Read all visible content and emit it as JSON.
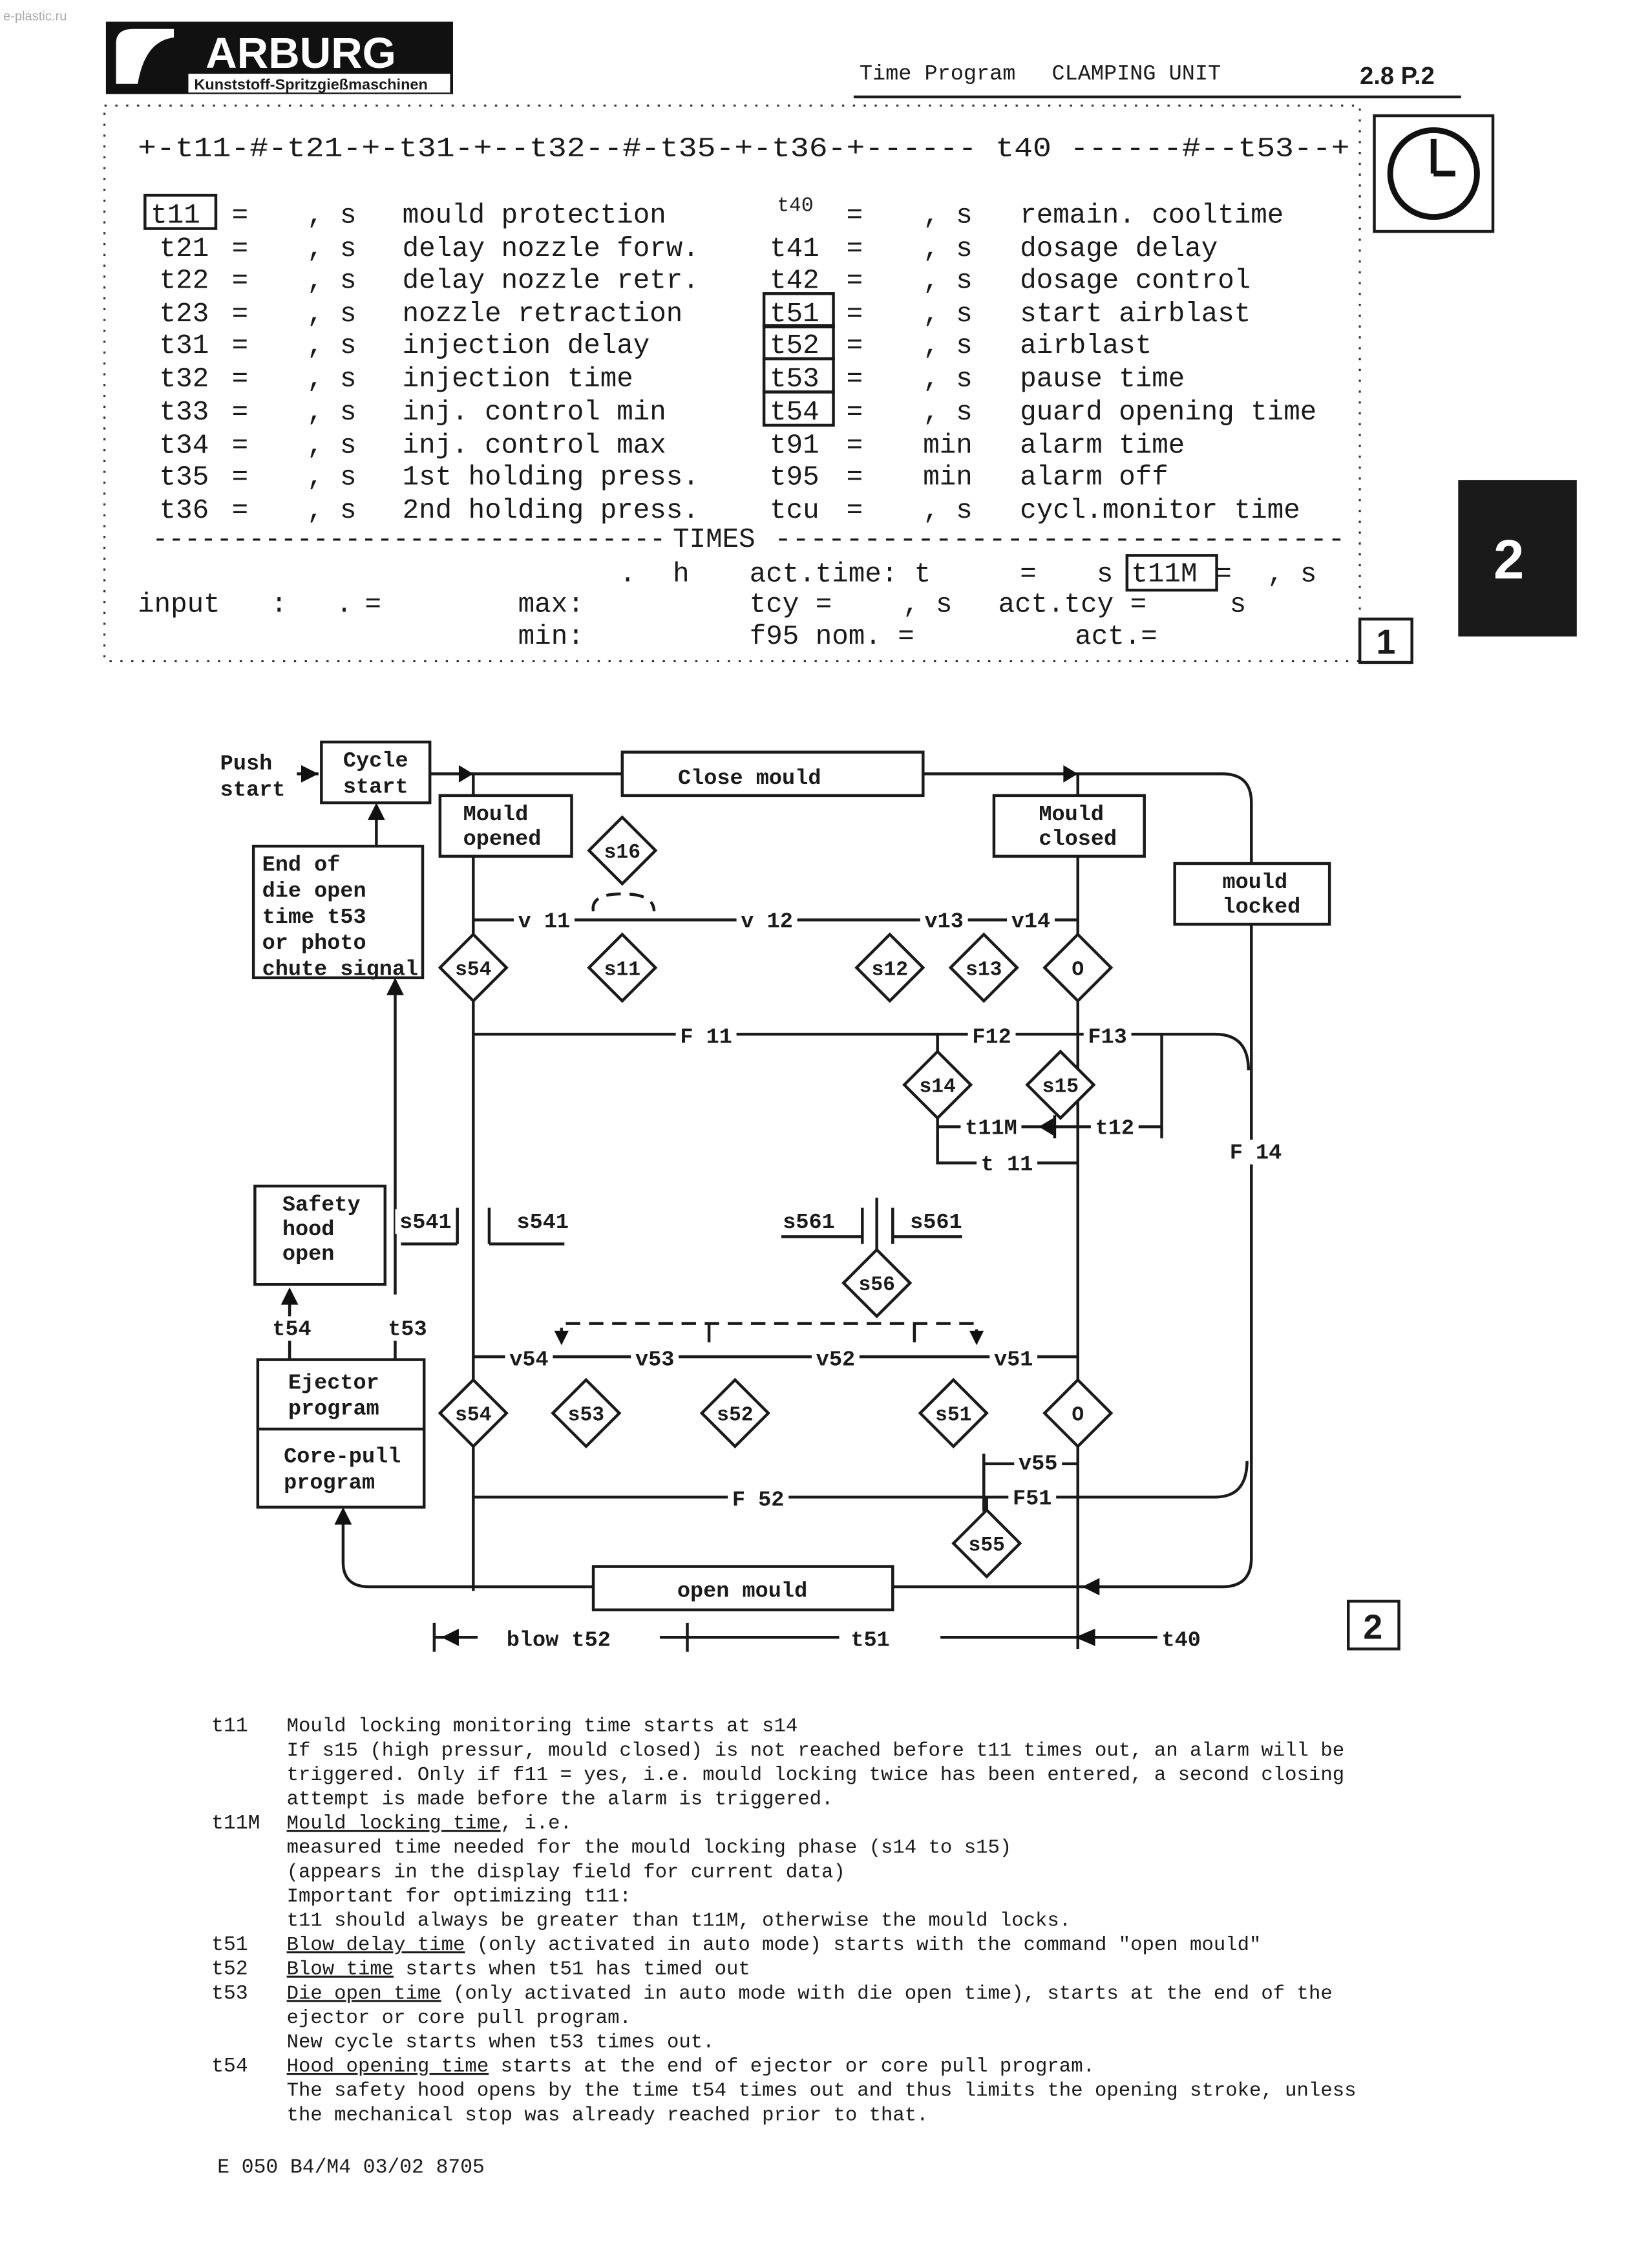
{
  "watermark": "e-plastic.ru",
  "header": {
    "brand": "ARBURG",
    "brand_sub": "Kunststoff-Spritzgießmaschinen",
    "title": "Time Program",
    "section": "CLAMPING UNIT",
    "page": "2.8 P.2",
    "tab": "2"
  },
  "screen": {
    "top_line": "+-t11-#-t21-+-t31-+--t32--#-t35-+-t36-+------ t40 ------#--t53--+",
    "rows": [
      {
        "l": "t11",
        "lbox": true,
        "eq": "=",
        "lu": ", s",
        "ld": "mould protection",
        "r": "t40",
        "rbox": false,
        "req": "=",
        "ru": ", s",
        "rd": "remain. cooltime"
      },
      {
        "l": "t21",
        "eq": "=",
        "lu": ", s",
        "ld": "delay nozzle forw.",
        "r": "t41",
        "req": "=",
        "ru": ", s",
        "rd": "dosage delay"
      },
      {
        "l": "t22",
        "eq": "=",
        "lu": ", s",
        "ld": "delay nozzle retr.",
        "r": "t42",
        "req": "=",
        "ru": ", s",
        "rd": "dosage control"
      },
      {
        "l": "t23",
        "eq": "=",
        "lu": ",  s",
        "ld": "nozzle retraction",
        "r": "t51",
        "rbox": true,
        "req": "=",
        "ru": ", s",
        "rd": "start airblast"
      },
      {
        "l": "t31",
        "eq": "=",
        "lu": ", s",
        "ld": "injection delay",
        "r": "t52",
        "rbox": true,
        "req": "=",
        "ru": ", s",
        "rd": "airblast"
      },
      {
        "l": "t32",
        "eq": "=",
        "lu": ",  s",
        "ld": "injection time",
        "r": "t53",
        "rbox": true,
        "req": "=",
        "ru": " , s",
        "rd": "pause time"
      },
      {
        "l": "t33",
        "eq": "=",
        "lu": ",  s",
        "ld": "inj. control min",
        "r": "t54",
        "rbox": true,
        "req": "=",
        "ru": ", s",
        "rd": "guard opening time"
      },
      {
        "l": "t34",
        "eq": "=",
        "lu": ",  s",
        "ld": "inj. control max",
        "r": "t91",
        "req": "=",
        "ru": "min",
        "rd": "alarm time"
      },
      {
        "l": "t35",
        "eq": "=",
        "lu": ", s",
        "ld": "1st holding press.",
        "r": "t95",
        "req": "=",
        "ru": "min",
        "rd": "alarm off"
      },
      {
        "l": "t36",
        "eq": "=",
        "lu": ", s",
        "ld": "2nd holding press.",
        "r": "tcu",
        "req": "=",
        "ru": " , s",
        "rd": "cycl.monitor time"
      }
    ],
    "times_line_left": "--------------------------------",
    "times_title": "TIMES",
    "times_line_right": "--------------------------------",
    "act_row": {
      "dot": ".",
      "h": "h",
      "act_time": "act.time: t",
      "eq": "=",
      "s": "s",
      "t11m": "t11M",
      "eq2": "=",
      "s2": ", s"
    },
    "input_row": {
      "input": "input",
      "colon": ":",
      "dot": ".",
      "eq": "=",
      "max": "max:",
      "tcy": "tcy =",
      "s": ", s",
      "act_tcy": "act.tcy =",
      "s2": "s"
    },
    "min_row": {
      "min": "min:",
      "f95": "f95 nom. =",
      "act": "act.="
    },
    "figure_no": "1"
  },
  "diagram": {
    "push_start": [
      "Push",
      "start"
    ],
    "cycle_start": [
      "Cycle",
      "start"
    ],
    "close_mould": "Close mould",
    "mould_opened": [
      "Mould",
      "opened"
    ],
    "mould_closed": [
      "Mould",
      "closed"
    ],
    "mould_locked": [
      "mould",
      "locked"
    ],
    "end_of_die": [
      "End of",
      "die open",
      "time t53",
      "or photo",
      "chute signal"
    ],
    "safety_hood": [
      "Safety",
      "hood",
      "open"
    ],
    "ejector": [
      "Ejector",
      "program"
    ],
    "core_pull": [
      "Core-pull",
      "program"
    ],
    "open_mould": "open mould",
    "sensors": [
      "s16",
      "s11",
      "s54",
      "s12",
      "s13",
      "O",
      "s14",
      "s15",
      "s56",
      "s54",
      "s53",
      "s52",
      "s51",
      "O",
      "s55"
    ],
    "labels": [
      "v 11",
      "v 12",
      "v13",
      "v14",
      "F 11",
      "F12",
      "F13",
      "t11M",
      "t12",
      "t 11",
      "F 14",
      "s541",
      "s541",
      "s561",
      "s561",
      "v54",
      "v53",
      "v52",
      "v51",
      "v55",
      "F51",
      "F 52",
      "t54",
      "t53",
      "blow t52",
      "t51",
      "t40"
    ],
    "figure_no": "2"
  },
  "notes": [
    {
      "k": "t11",
      "lines": [
        [
          [
            "",
            "Mould locking monitoring time starts at s14"
          ]
        ],
        [
          [
            "",
            "If s15 (high pressur, mould closed) is not reached before t11 times out, an alarm will be"
          ]
        ],
        [
          [
            "",
            "triggered. Only if f11 = yes, i.e. mould locking twice has been entered, a second closing"
          ]
        ],
        [
          [
            "",
            "attempt is made before the alarm is triggered."
          ]
        ]
      ]
    },
    {
      "k": "t11M",
      "lines": [
        [
          [
            "Mould locking time",
            ", i.e."
          ]
        ],
        [
          [
            "",
            "measured time needed for the mould locking phase (s14 to s15)"
          ]
        ],
        [
          [
            "",
            "(appears in the display field for current data)"
          ]
        ],
        [
          [
            "",
            "Important for optimizing t11:"
          ]
        ],
        [
          [
            "",
            "t11 should always be greater than t11M, otherwise the mould locks."
          ]
        ]
      ]
    },
    {
      "k": "t51",
      "lines": [
        [
          [
            "Blow delay time",
            " (only activated in auto mode) starts with the command \"open mould\""
          ]
        ]
      ]
    },
    {
      "k": "t52",
      "lines": [
        [
          [
            "Blow time",
            " starts when t51 has timed out"
          ]
        ]
      ]
    },
    {
      "k": "t53",
      "lines": [
        [
          [
            "Die open time",
            " (only activated in auto mode with die open time), starts at the end of the"
          ]
        ],
        [
          [
            "",
            "ejector or core pull program."
          ]
        ],
        [
          [
            "",
            "New cycle starts when t53 times out."
          ]
        ]
      ]
    },
    {
      "k": "t54",
      "lines": [
        [
          [
            "Hood opening time",
            " starts at the end of ejector or core pull program."
          ]
        ],
        [
          [
            "",
            "The safety hood opens by the time t54 times out and thus limits the opening stroke, unless"
          ]
        ],
        [
          [
            "",
            "the mechanical stop was already reached prior to that."
          ]
        ]
      ]
    }
  ],
  "footer": "E 050 B4/M4 03/02 8705"
}
